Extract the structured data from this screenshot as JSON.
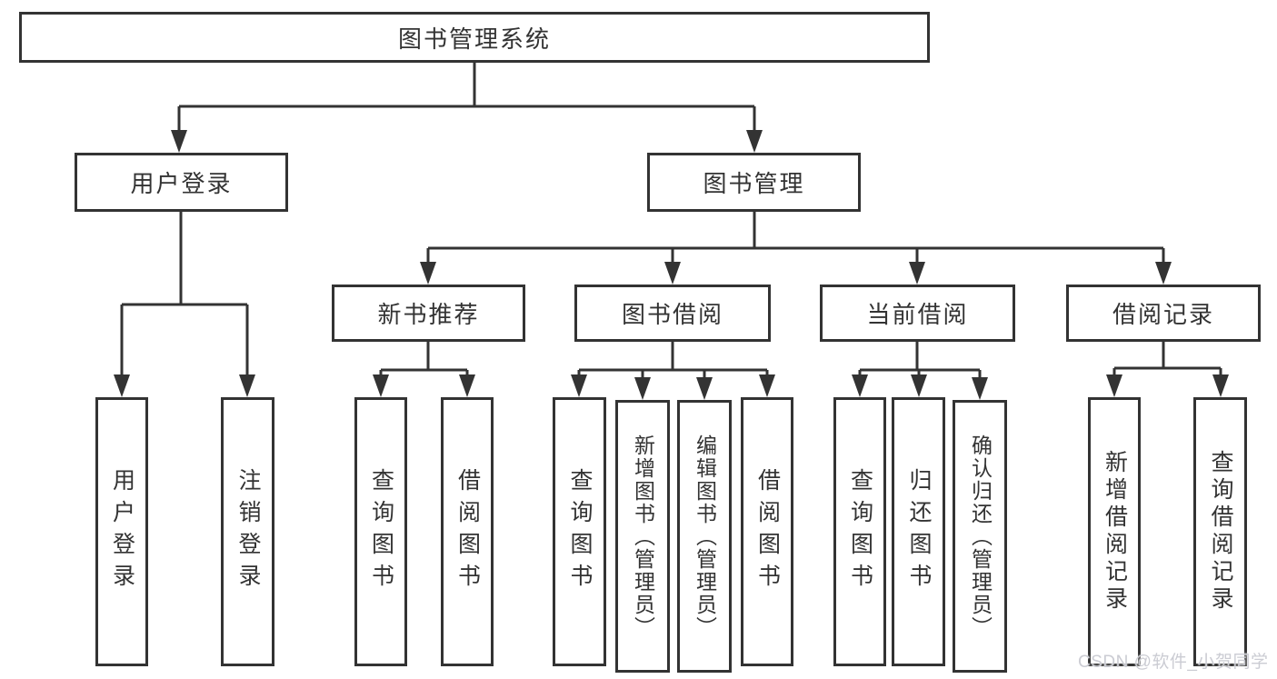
{
  "diagram": {
    "root": {
      "label": "图书管理系统"
    },
    "level2": [
      {
        "label": "用户登录"
      },
      {
        "label": "图书管理"
      }
    ],
    "level3": [
      {
        "label": "新书推荐"
      },
      {
        "label": "图书借阅"
      },
      {
        "label": "当前借阅"
      },
      {
        "label": "借阅记录"
      }
    ],
    "leaves": {
      "user_login": [
        "用户登录",
        "注销登录"
      ],
      "new_book_recommend": [
        "查询图书",
        "借阅图书"
      ],
      "book_borrow": [
        "查询图书",
        "新增图书（管理员）",
        "编辑图书（管理员）",
        "借阅图书"
      ],
      "current_borrow": [
        "查询图书",
        "归还图书",
        "确认归还（管理员）"
      ],
      "borrow_records": [
        "新增借阅记录",
        "查询借阅记录"
      ]
    }
  },
  "watermark": {
    "text": "CSDN @软件_小贺同学",
    "color": "#cbccd3"
  },
  "colors": {
    "line": "#333333",
    "text": "#333333",
    "box_background": "#ffffff",
    "page_background": "#ffffff"
  }
}
